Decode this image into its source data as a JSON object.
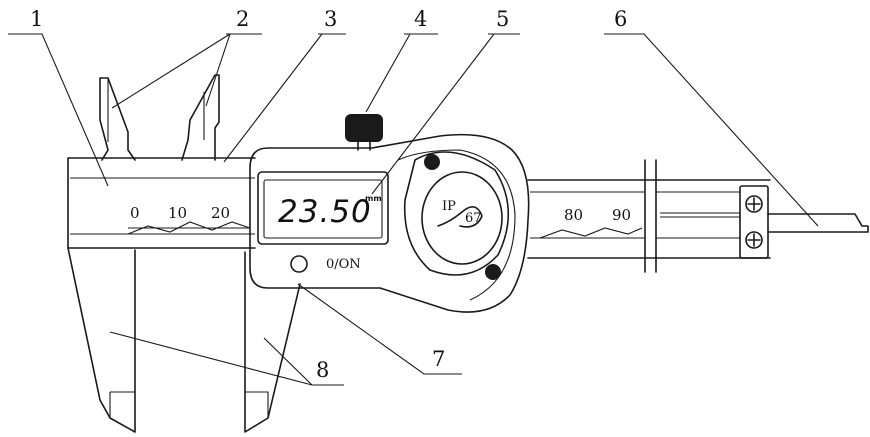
{
  "callouts": [
    {
      "id": "1",
      "label": "1"
    },
    {
      "id": "2",
      "label": "2"
    },
    {
      "id": "3",
      "label": "3"
    },
    {
      "id": "4",
      "label": "4"
    },
    {
      "id": "5",
      "label": "5"
    },
    {
      "id": "6",
      "label": "6"
    },
    {
      "id": "7",
      "label": "7"
    },
    {
      "id": "8",
      "label": "8"
    }
  ],
  "scale": {
    "left_ticks": [
      "0",
      "10",
      "20"
    ],
    "right_ticks": [
      "80",
      "90"
    ]
  },
  "display": {
    "reading": "23.50",
    "unit": "mm"
  },
  "button_label": "0/ON",
  "badge": {
    "prefix": "IP",
    "rating": "67"
  }
}
